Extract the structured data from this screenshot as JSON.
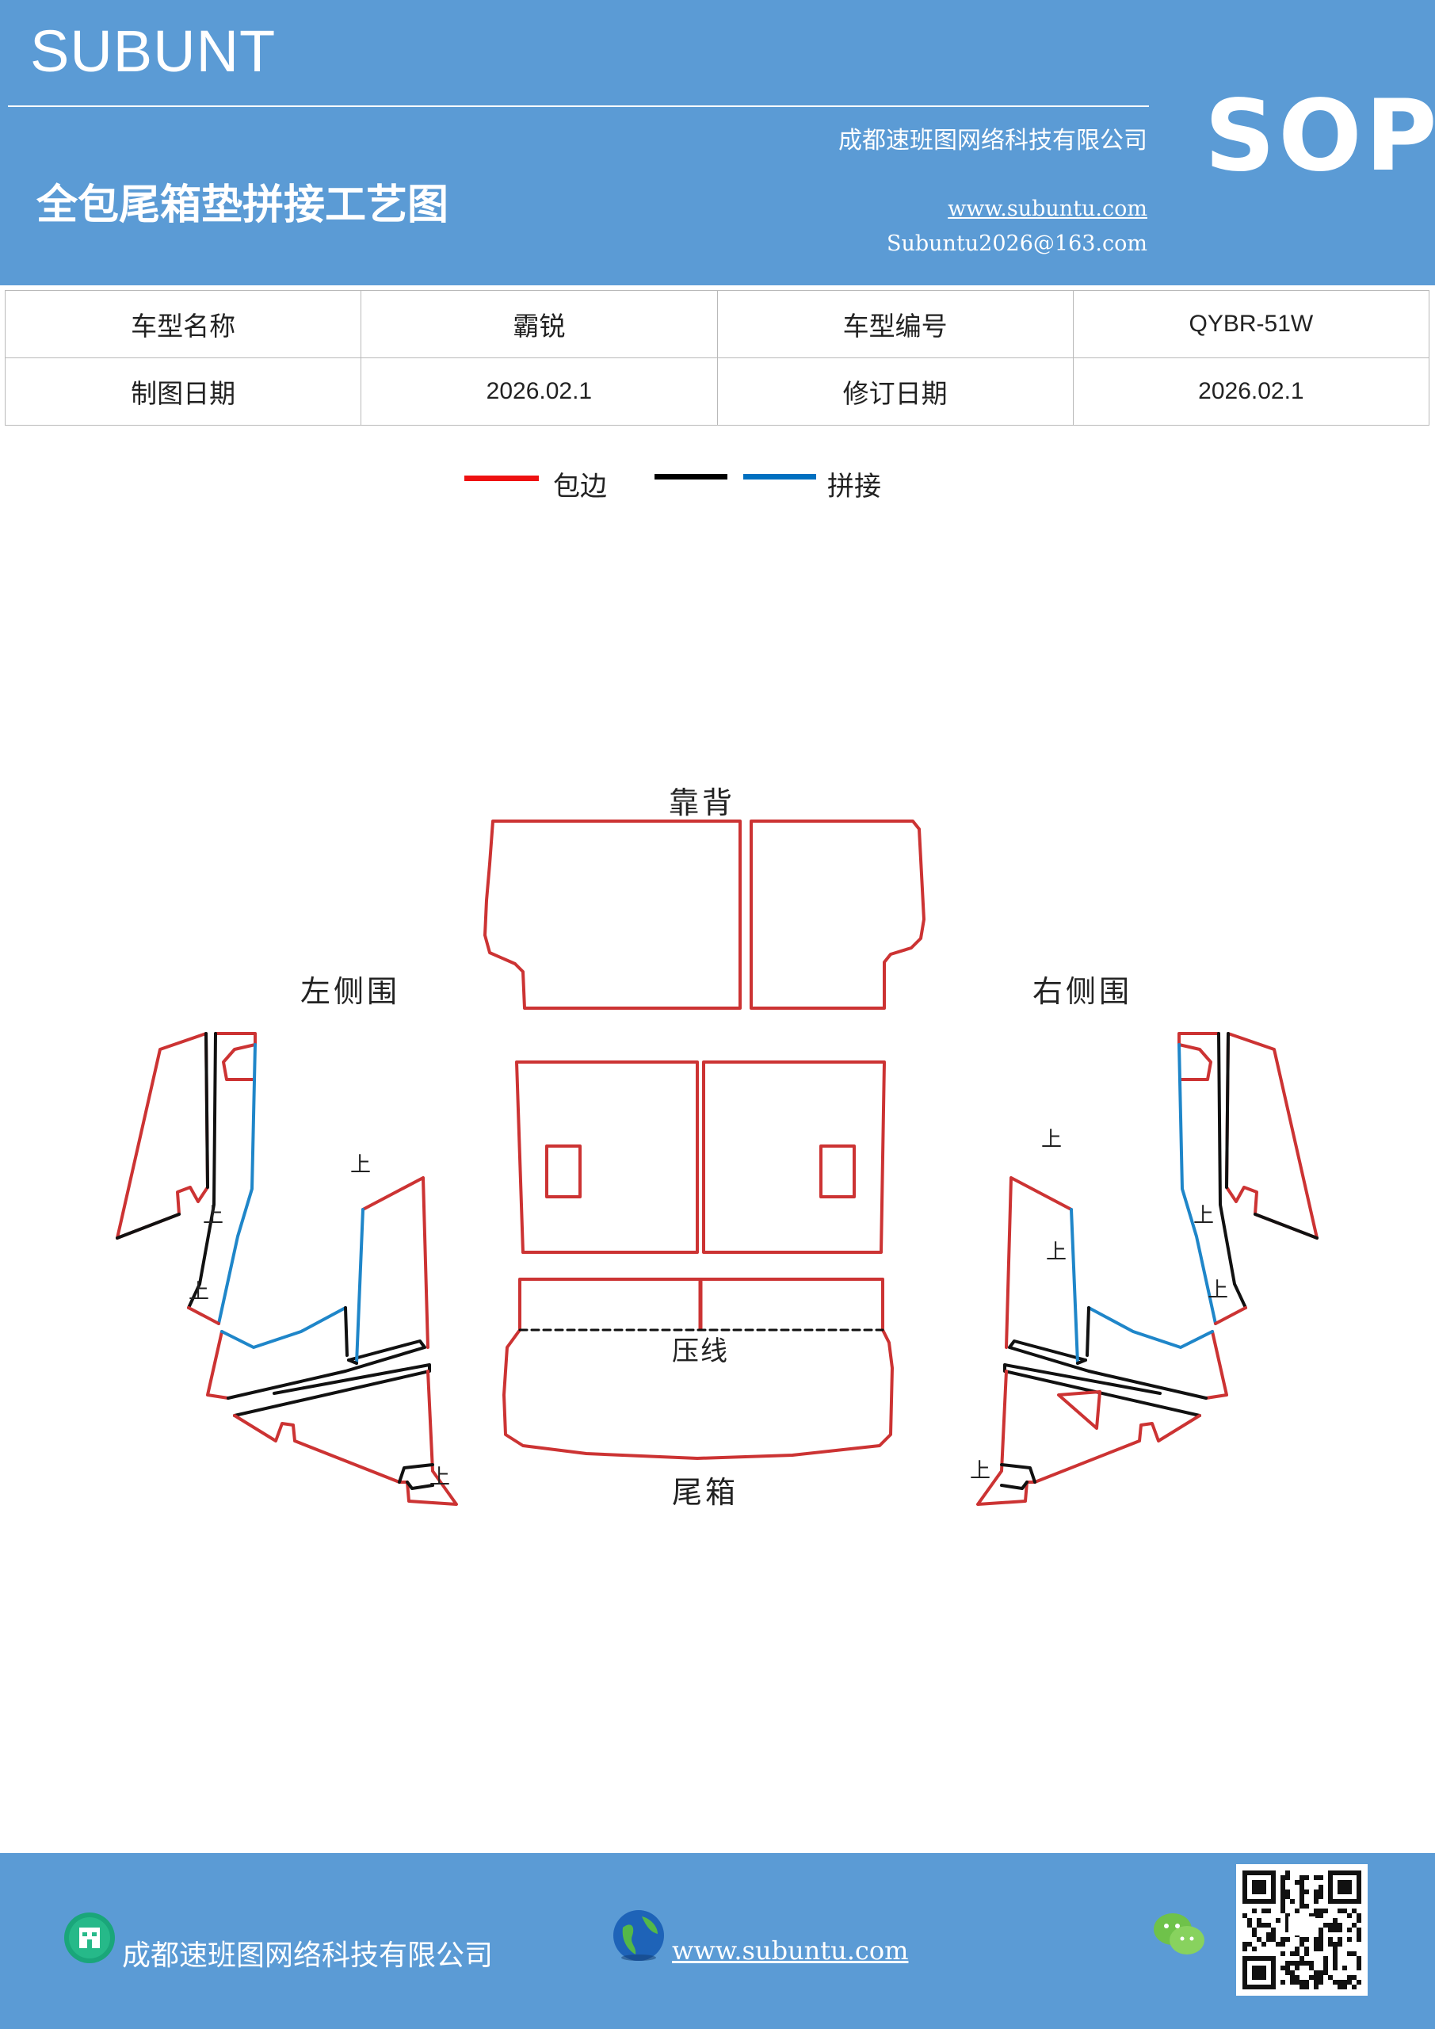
{
  "header": {
    "brand": "SUBUNT",
    "company": "成都速班图网络科技有限公司",
    "title": "全包尾箱垫拼接工艺图",
    "url": "www.subuntu.com",
    "email": "Subuntu2026@163.com",
    "badge": "SOP",
    "background_color": "#5b9bd5"
  },
  "info_table": {
    "rows": [
      {
        "label1": "车型名称",
        "value1": "霸锐",
        "label2": "车型编号",
        "value2": "QYBR-51W"
      },
      {
        "label1": "制图日期",
        "value1": "2026.02.1",
        "label2": "修订日期",
        "value2": "2026.02.1"
      }
    ]
  },
  "legend": {
    "items": [
      {
        "color": "#ee1111",
        "label": "包边"
      },
      {
        "color": "#000000",
        "label": ""
      },
      {
        "color": "#0070c0",
        "label": "拼接"
      }
    ]
  },
  "diagram": {
    "labels": {
      "backrest": "靠背",
      "left_side": "左侧围",
      "right_side": "右侧围",
      "crease": "压线",
      "trunk": "尾箱"
    },
    "up_mark": "上",
    "colors": {
      "edge": "#cc3333",
      "seam_black": "#111111",
      "seam_blue": "#1f86c9"
    }
  },
  "footer": {
    "company": "成都速班图网络科技有限公司",
    "url": "www.subuntu.com",
    "icons": [
      "building-icon",
      "globe-icon",
      "wechat-icon",
      "qr-code"
    ]
  }
}
